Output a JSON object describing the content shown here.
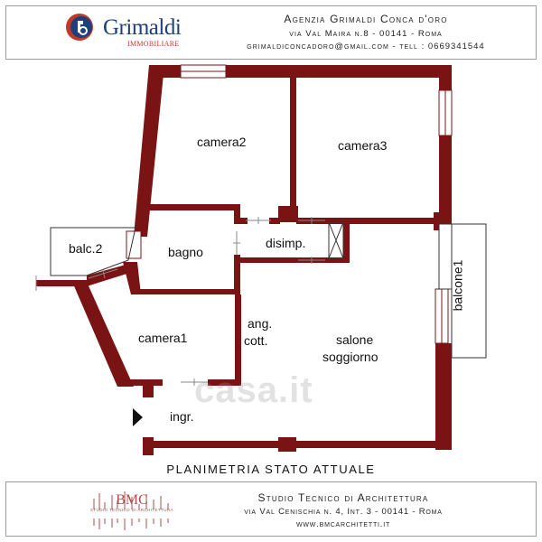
{
  "agency": {
    "logo_name": "Grimaldi",
    "logo_sub": "IMMOBILIARE",
    "title": "Agenzia Grimaldi Conca d'oro",
    "address": "via Val Maira n.8 - 00141 - Roma",
    "contact": "grimaldiconcadoro@gmail.com - tell : 0669341544"
  },
  "rooms": {
    "camera2": "camera2",
    "camera3": "camera3",
    "balc2": "balc.2",
    "bagno": "bagno",
    "disimp": "disimp.",
    "balcone1": "balcone1",
    "camera1": "camera1",
    "ang_line1": "ang.",
    "ang_line2": "cott.",
    "salone_line1": "salone",
    "salone_line2": "soggiorno",
    "ingr": "ingr."
  },
  "watermark": "casa.it",
  "caption": "PLANIMETRIA STATO ATTUALE",
  "studio": {
    "title": "Studio Tecnico di Architettura",
    "address": "via Val Cenischia n. 4, Int. 3 - 00141 - Roma",
    "web": "www.bmcarchitetti.it",
    "logo_letters": "BMC",
    "logo_sub": "STUDIO TECNICO DI ARCHITETTURA"
  },
  "colors": {
    "wall": "#7a1414",
    "agency_blue": "#1f3f7a",
    "agency_red": "#c0392b",
    "studio_red": "#b14a4a"
  }
}
